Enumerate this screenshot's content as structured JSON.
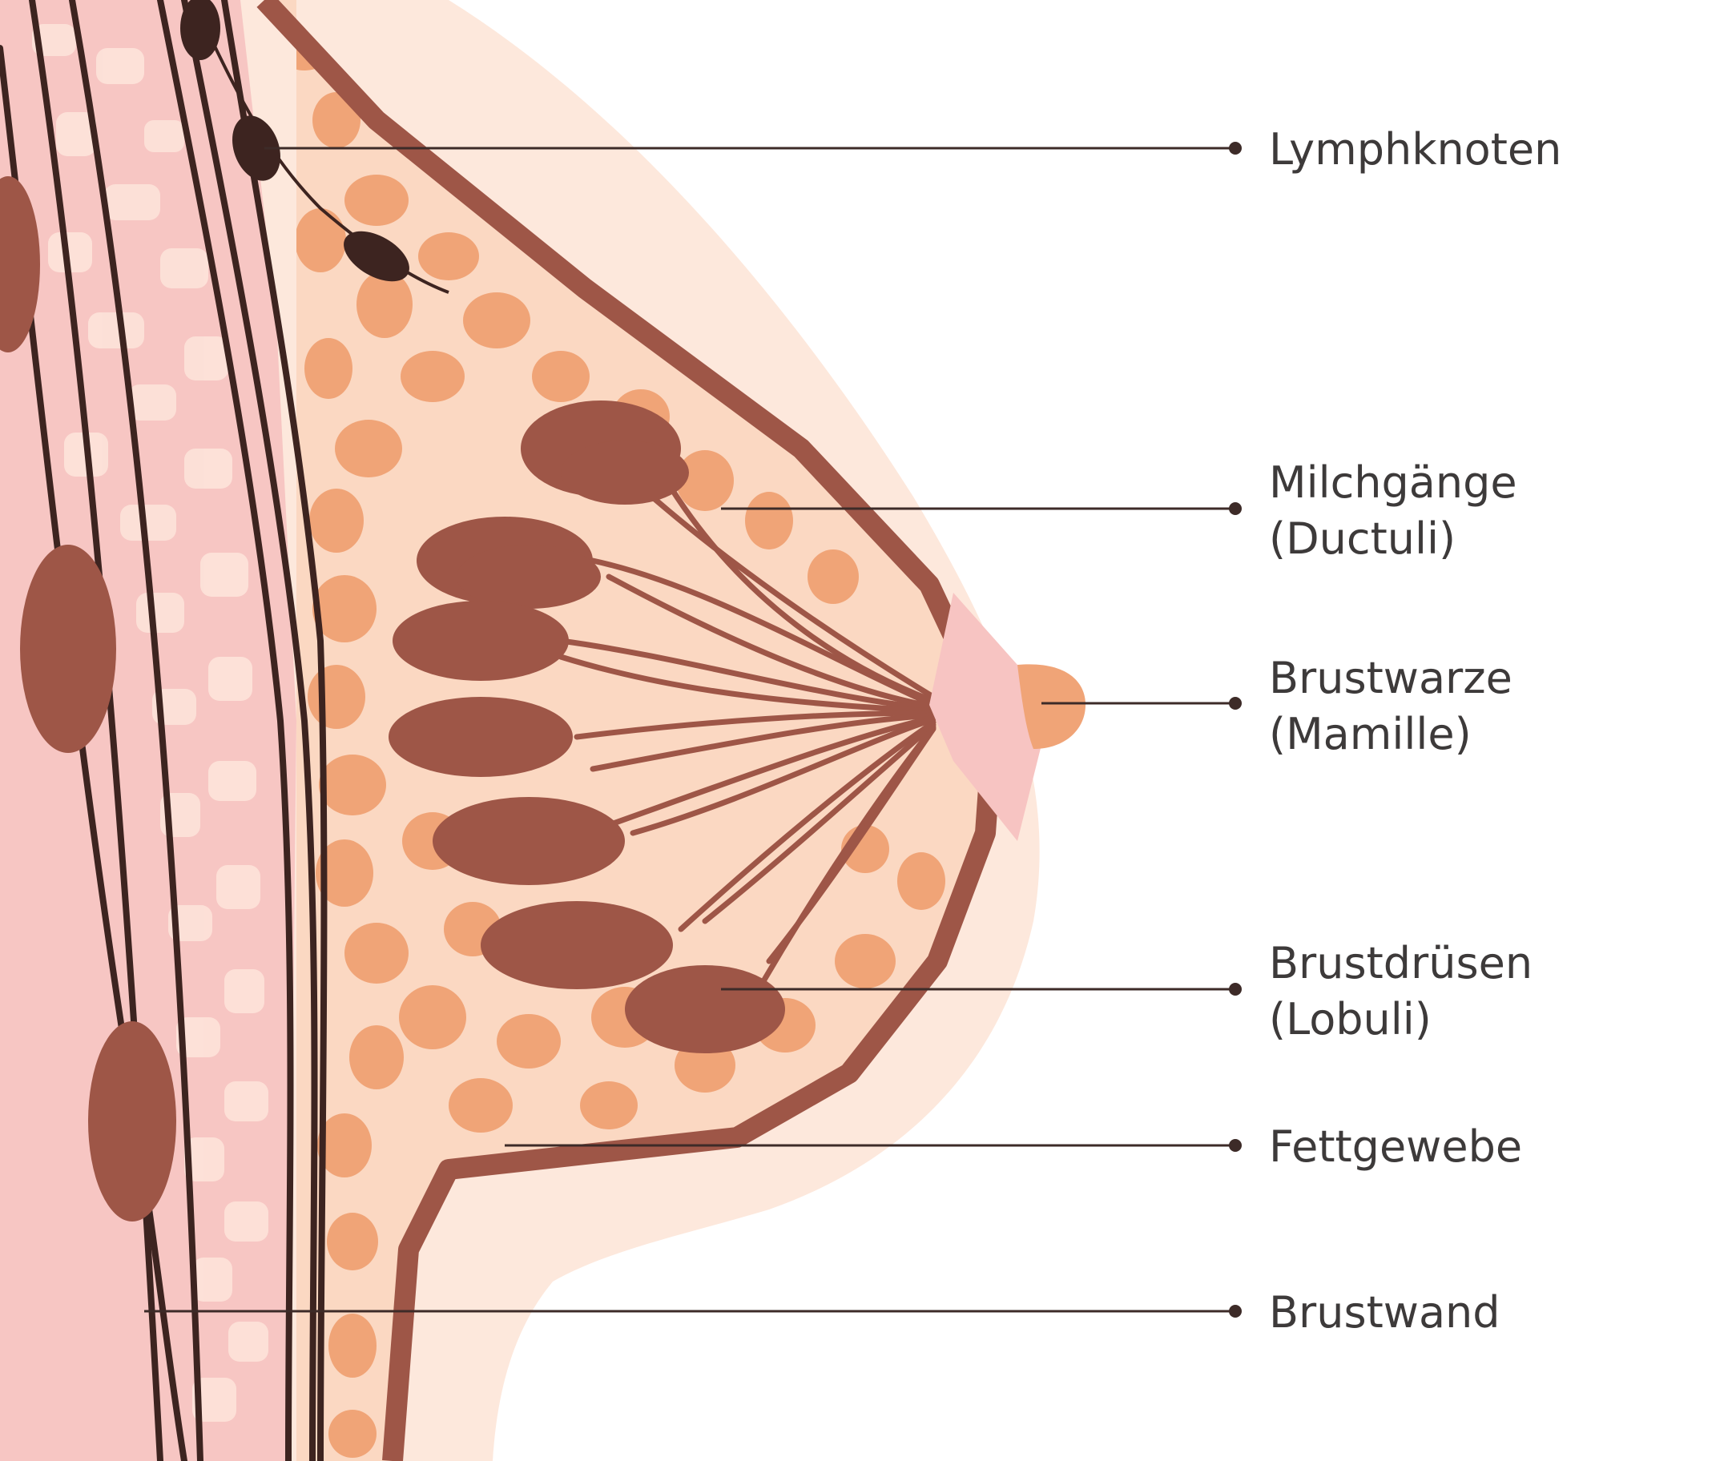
{
  "colors": {
    "skin_outer": "#fde8dc",
    "skin_mid": "#f9d7c5",
    "muscle_pink": "#f7c6c3",
    "fat_tissue": "#f0a477",
    "dark_brown": "#9e5647",
    "outline": "#3d2420",
    "areola": "#f7c4c2",
    "nipple": "#f0a477",
    "leader_line": "#3d2b28",
    "text": "#3d3a3a"
  },
  "labels": [
    {
      "id": "lymph-nodes",
      "lines": [
        "Lymphknoten"
      ]
    },
    {
      "id": "milk-ducts",
      "lines": [
        "Milchgänge",
        "(Ductuli)"
      ]
    },
    {
      "id": "nipple",
      "lines": [
        "Brustwarze",
        "(Mamille)"
      ]
    },
    {
      "id": "lobules",
      "lines": [
        "Brustdrüsen",
        "(Lobuli)"
      ]
    },
    {
      "id": "fat-tissue",
      "lines": [
        "Fettgewebe"
      ]
    },
    {
      "id": "chest-wall",
      "lines": [
        "Brustwand"
      ]
    }
  ]
}
